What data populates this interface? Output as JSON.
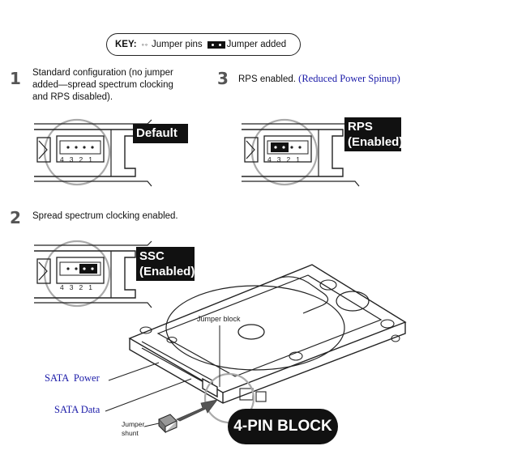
{
  "key": {
    "label": "KEY:",
    "pins_text": "Jumper pins",
    "added_text": "Jumper added"
  },
  "configs": [
    {
      "number": "1",
      "text": "Standard configuration (no jumper added—spread spectrum clocking and RPS disabled).",
      "lines": [
        "Standard configuration (no jumper",
        "added—spread spectrum clocking",
        "and RPS disabled)."
      ],
      "badge": [
        "Default"
      ]
    },
    {
      "number": "3",
      "text": "RPS enabled.",
      "extra": "(Reduced Power Spinup)",
      "badge": [
        "RPS",
        "(Enabled)"
      ]
    },
    {
      "number": "2",
      "text": "Spread spectrum clocking enabled.",
      "badge": [
        "SSC",
        "(Enabled)"
      ]
    }
  ],
  "pin_numbers": [
    "4",
    "3",
    "2",
    "1"
  ],
  "drive_labels": {
    "jumper_block": "Jumper block",
    "sata_power": "SATA  Power",
    "sata_data": "SATA Data",
    "jumper_shunt": [
      "Jumper",
      "shunt"
    ],
    "four_pin": "4-PIN BLOCK"
  }
}
